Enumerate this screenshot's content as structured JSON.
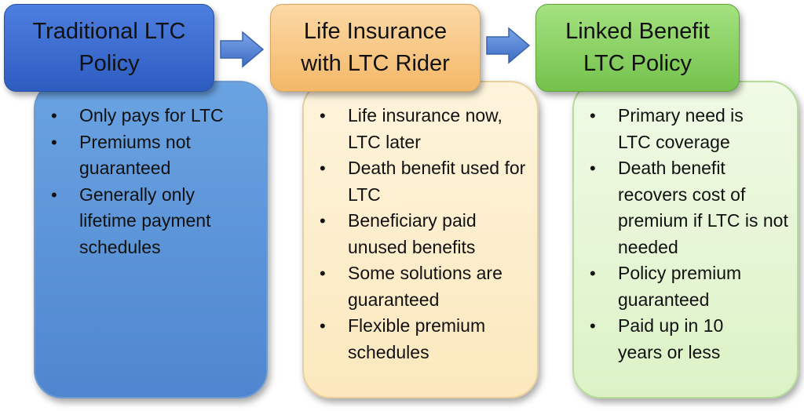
{
  "columns": [
    {
      "title_lines": [
        "Traditional LTC",
        "Policy"
      ],
      "header_color": "#3d6fd0",
      "card_color": "#5b93d6",
      "bullets": [
        "Only pays for LTC",
        "Premiums not guaranteed",
        "Generally only lifetime payment schedules"
      ]
    },
    {
      "title_lines": [
        "Life Insurance",
        "with LTC Rider"
      ],
      "header_color": "#f8c98a",
      "card_color": "#fdf0cf",
      "bullets": [
        "Life insurance now, LTC later",
        "Death benefit used for LTC",
        "Beneficiary paid unused benefits",
        "Some solutions are guaranteed",
        "Flexible premium schedules"
      ]
    },
    {
      "title_lines": [
        "Linked Benefit",
        "LTC Policy"
      ],
      "header_color": "#8fd46a",
      "card_color": "#e8f7d6",
      "bullets": [
        "Primary need is LTC coverage",
        "Death benefit recovers cost of premium if LTC is not needed",
        "Policy premium guaranteed",
        "Paid up in 10 years or less"
      ]
    }
  ],
  "arrow_color": "#4a7fd4"
}
